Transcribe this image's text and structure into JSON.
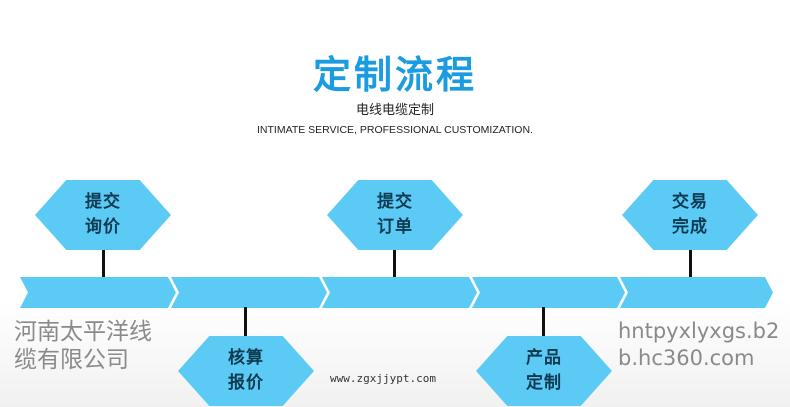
{
  "header": {
    "title": "定制流程",
    "subtitle": "电线电缆定制",
    "tagline": "INTIMATE SERVICE, PROFESSIONAL CUSTOMIZATION."
  },
  "steps": [
    {
      "line1": "提交",
      "line2": "询价"
    },
    {
      "line1": "核算",
      "line2": "报价"
    },
    {
      "line1": "提交",
      "line2": "订单"
    },
    {
      "line1": "产品",
      "line2": "定制"
    },
    {
      "line1": "交易",
      "line2": "完成"
    }
  ],
  "colors": {
    "title": "#1b9be0",
    "shape": "#5bcbf5",
    "text": "#0e3a52"
  },
  "watermark": {
    "company": "河南太平洋线缆有限公司",
    "site": "www.zgxjjypt.com",
    "url": "hntpyxlyxgs.b2b.hc360.com"
  }
}
